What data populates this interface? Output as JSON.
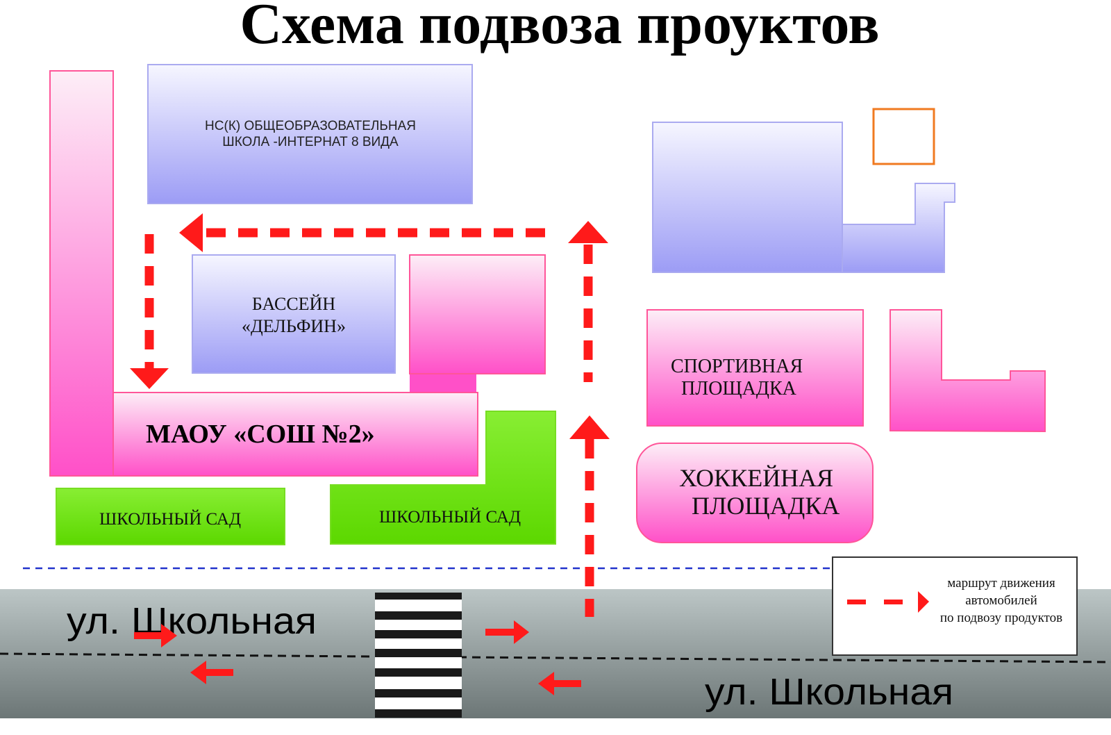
{
  "title": "Схема подвоза проуктов",
  "buildings": {
    "internat_line1": "НС(К) ОБЩЕОБРАЗОВАТЕЛЬНАЯ",
    "internat_line2": "ШКОЛА -ИНТЕРНАТ 8 ВИДА",
    "pool_line1": "БАССЕЙН",
    "pool_line2": "«ДЕЛЬФИН»",
    "school": "МАОУ «СОШ №2»",
    "garden_left": "ШКОЛЬНЫЙ САД",
    "garden_right": "ШКОЛЬНЫЙ САД",
    "sport_line1": "СПОРТИВНАЯ",
    "sport_line2": "ПЛОЩАДКА",
    "hockey_line1": "ХОККЕЙНАЯ",
    "hockey_line2": "ПЛОЩАДКА"
  },
  "streets": {
    "top_lane": "ул. Школьная",
    "bottom_lane": "ул. Школьная"
  },
  "legend": {
    "line1": "маршрут движения",
    "line2": "автомобилей",
    "line3": "по подвозу продуктов"
  },
  "colors": {
    "route": "#ff1a1a",
    "pink": "#ff55cc",
    "lavender": "#9f9ff6",
    "green": "#66dd11",
    "orange": "#f07a20"
  }
}
